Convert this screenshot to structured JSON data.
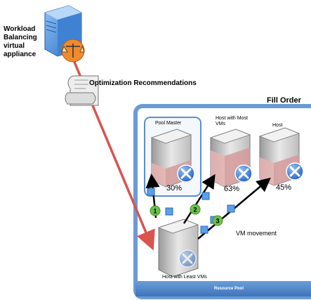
{
  "appliance": {
    "label": "Workload Balancing virtual appliance",
    "icon": "server-with-scales-icon"
  },
  "recommendations": {
    "label": "Optimization Recommendations",
    "icon": "scroll-document-icon"
  },
  "pool": {
    "fill_order_label": "Fill Order",
    "footer_label": "Resource Pool",
    "hosts": [
      {
        "id": "pool-master",
        "label": "Pool Master",
        "percent": "30%"
      },
      {
        "id": "most-vms",
        "label": "Host with Most VMs",
        "percent": "63%"
      },
      {
        "id": "host",
        "label": "Host",
        "percent": "45%"
      }
    ],
    "source_host": {
      "label": "Host with Least VMs"
    },
    "steps": [
      "1",
      "2",
      "3"
    ],
    "vm_movement_label": "VM movement"
  },
  "colors": {
    "pool_border": "#5b8fcc",
    "pool_footer": "#4a7fc1",
    "arrow_red": "#d9534f",
    "step_green": "#6cc04a",
    "vm_blue": "#4a90d9",
    "xen_blue": "#2f6fd0"
  }
}
